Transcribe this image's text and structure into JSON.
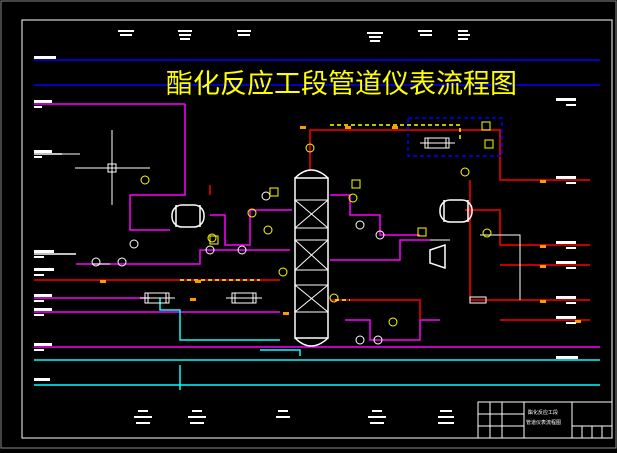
{
  "diagram": {
    "title": "酯化反应工段管道仪表流程图",
    "title_block": {
      "name_line1": "酯化反应工段",
      "name_line2": "管道仪表流程图"
    },
    "colors": {
      "background": "#000000",
      "frame": "#ffffff",
      "title": "#ffff00",
      "process_line": "#ff00ff",
      "utility_line": "#0000ff",
      "steam_line": "#ff0000",
      "water_line": "#00ffff",
      "signal_line": "#ffff00",
      "vessel": "#ffffff",
      "instrument": "#ffff00"
    }
  }
}
